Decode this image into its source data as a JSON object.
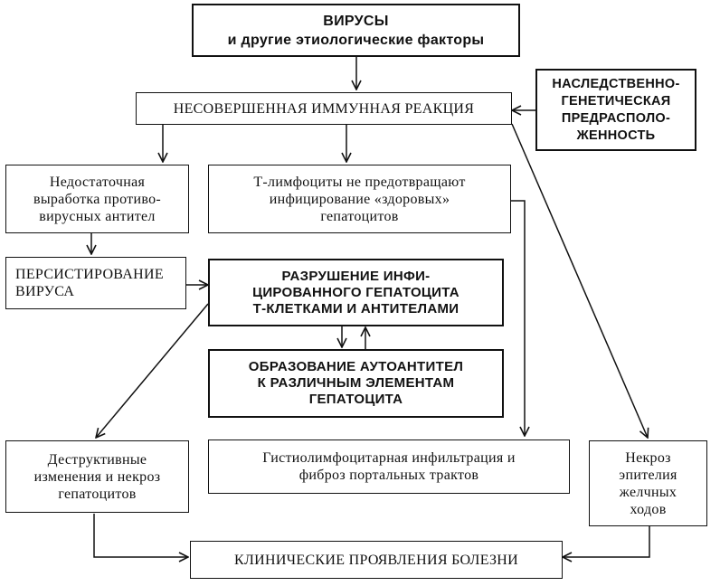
{
  "boxes": {
    "viruses": {
      "line1": "ВИРУСЫ",
      "line2": "и другие этиологические факторы"
    },
    "heredity": {
      "lines": [
        "НАСЛЕДСТВЕННО-",
        "ГЕНЕТИЧЕСКАЯ",
        "ПРЕДРАСПОЛО-",
        "ЖЕННОСТЬ"
      ]
    },
    "immune": {
      "text": "НЕСОВЕРШЕННАЯ ИММУННАЯ РЕАКЦИЯ"
    },
    "antibodies": {
      "lines": [
        "Недостаточная",
        "выработка противо-",
        "вирусных антител"
      ]
    },
    "tlymph": {
      "lines": [
        "Т-лимфоциты не предотвращают",
        "инфицирование «здоровых»",
        "гепатоцитов"
      ]
    },
    "persist": {
      "lines": [
        "ПЕРСИСТИРОВАНИЕ",
        "ВИРУСА"
      ]
    },
    "destruction": {
      "lines": [
        "РАЗРУШЕНИЕ ИНФИ-",
        "ЦИРОВАННОГО ГЕПАТОЦИТА",
        "Т-КЛЕТКАМИ И АНТИТЕЛАМИ"
      ]
    },
    "autoantibodies": {
      "lines": [
        "ОБРАЗОВАНИЕ АУТОАНТИТЕЛ",
        "К РАЗЛИЧНЫМ ЭЛЕМЕНТАМ",
        "ГЕПАТОЦИТА"
      ]
    },
    "destructive": {
      "lines": [
        "Деструктивные",
        "изменения и некроз",
        "гепатоцитов"
      ]
    },
    "histio": {
      "lines": [
        "Гистиолимфоцитарная инфильтрация и",
        "фиброз портальных трактов"
      ]
    },
    "necrosis": {
      "lines": [
        "Некроз",
        "эпителия",
        "желчных",
        "ходов"
      ]
    },
    "clinical": {
      "text": "КЛИНИЧЕСКИЕ ПРОЯВЛЕНИЯ БОЛЕЗНИ"
    }
  }
}
